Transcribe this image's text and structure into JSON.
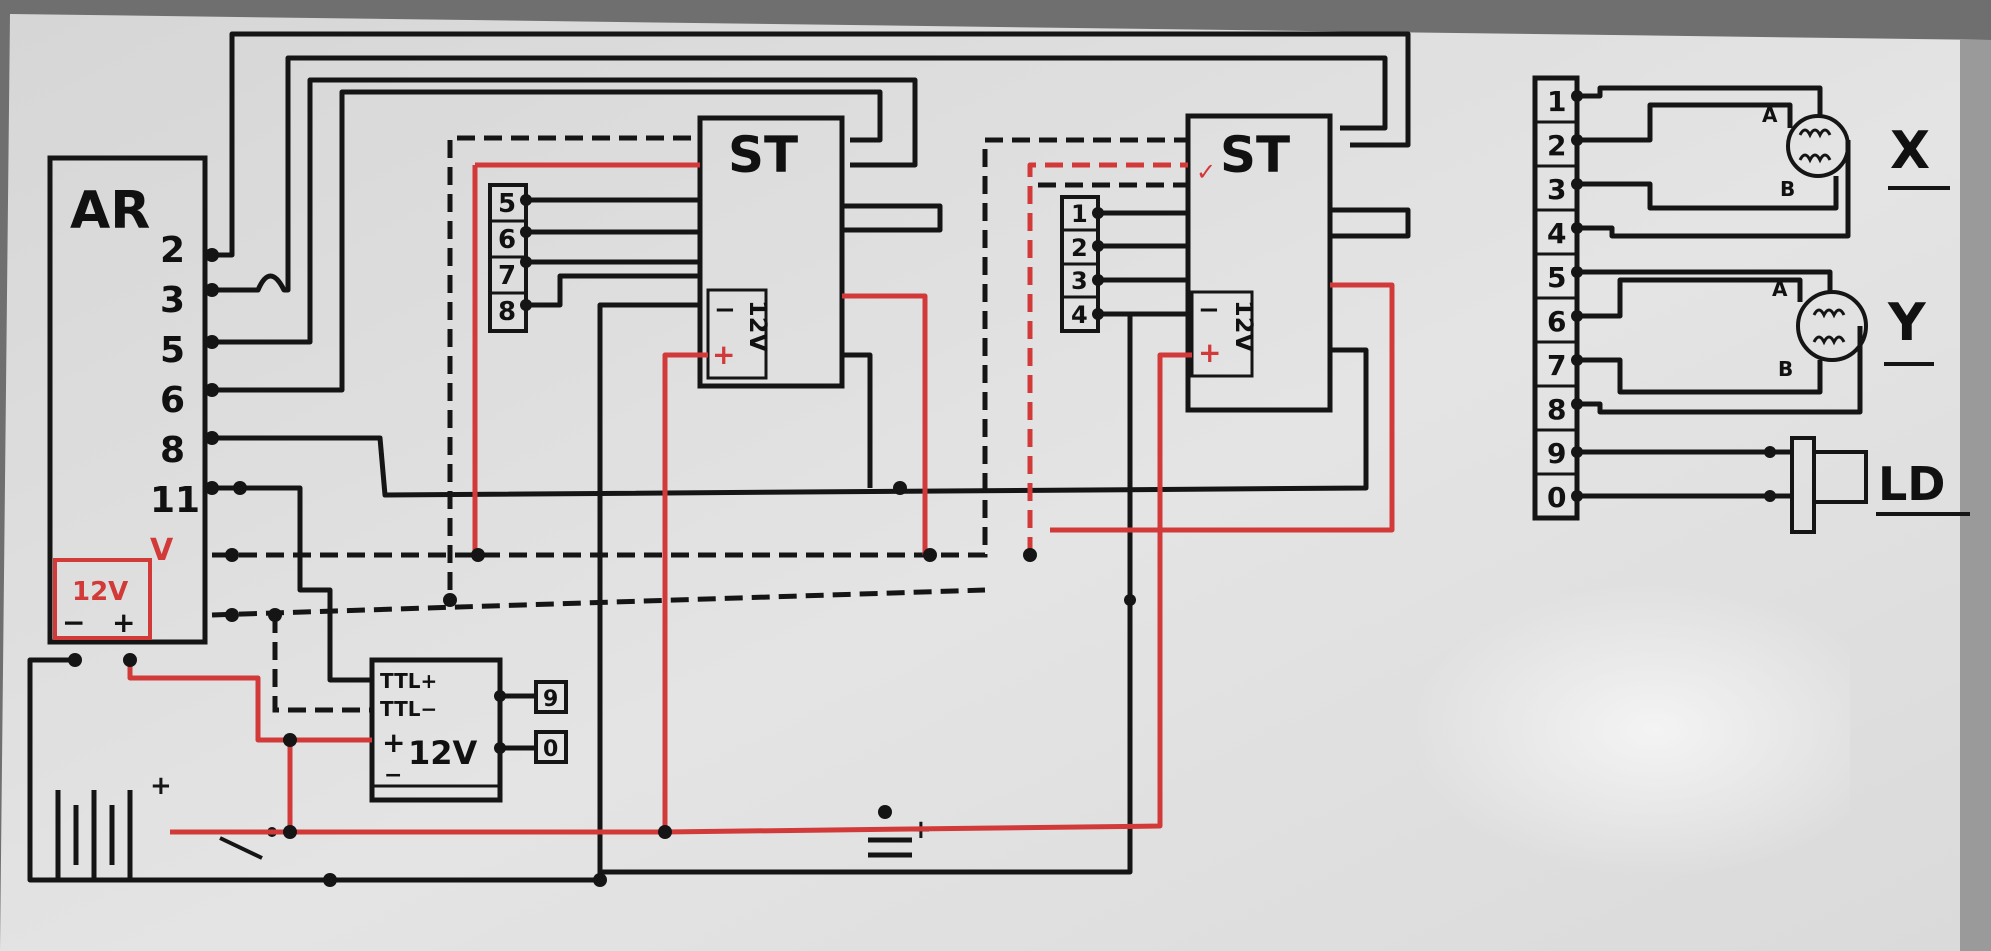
{
  "colors": {
    "board": "#dcdcdc",
    "ink": "#151515",
    "red": "#d23a3a"
  },
  "components": {
    "arduino": {
      "title": "AR",
      "pins": [
        "2",
        "3",
        "5",
        "6",
        "8",
        "11"
      ],
      "power_label": "12V",
      "power_minus": "−",
      "power_plus": "+",
      "check_mark": "V"
    },
    "driver_a": {
      "title": "ST",
      "inputs": [
        "5",
        "6",
        "7",
        "8"
      ],
      "power_label": "12V",
      "power_minus": "−",
      "power_plus": "+"
    },
    "driver_b": {
      "title": "ST",
      "inputs": [
        "1",
        "2",
        "3",
        "4"
      ],
      "power_label": "12V",
      "power_minus": "−",
      "power_plus": "+",
      "check_mark": "✓"
    },
    "laser_driver": {
      "pins": [
        "TTL+",
        "TTL−",
        "+",
        "12V",
        "−"
      ],
      "outputs": [
        "9",
        "0"
      ]
    },
    "battery": {
      "plus": "+"
    },
    "capacitor": {
      "plus": "+"
    },
    "terminal": {
      "pins": [
        "1",
        "2",
        "3",
        "4",
        "5",
        "6",
        "7",
        "8",
        "9",
        "0"
      ]
    },
    "motor_x": {
      "name": "X",
      "a": "A",
      "b": "B"
    },
    "motor_y": {
      "name": "Y",
      "a": "A",
      "b": "B"
    },
    "laser": {
      "name": "LD"
    }
  }
}
